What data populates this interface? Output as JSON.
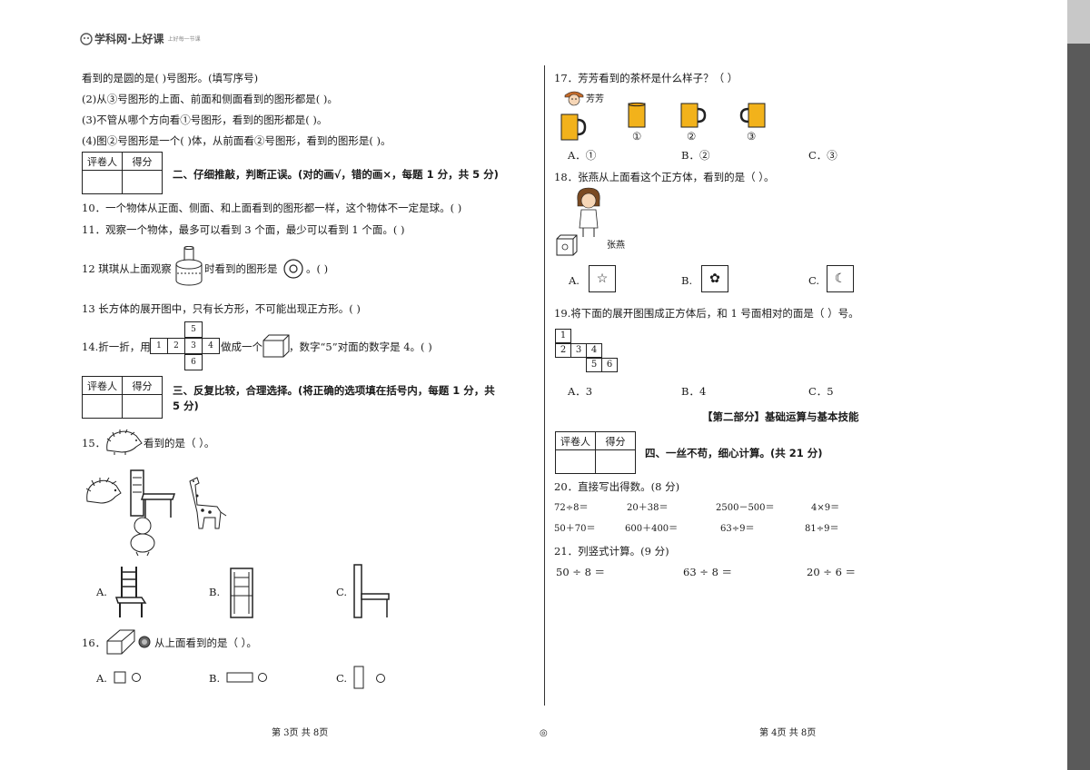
{
  "header": {
    "logo_text": "学科网·上好课",
    "logo_sub": "上好每一节课"
  },
  "left": {
    "l1": "看到的是圆的是(          )号图形。(填写序号)",
    "l2": "(2)从③号图形的上面、前面和侧面看到的图形都是(          )。",
    "l3": "(3)不管从哪个方向看①号图形，看到的图形都是(          )。",
    "l4": "(4)图②号图形是一个(          )体，从前面看②号图形，看到的图形是(          )。",
    "grade_h1": "评卷人",
    "grade_h2": "得分",
    "sec2": "二、仔细推敲，判断正误。(对的画√，错的画×，每题 1 分，共 5 分)",
    "q10": "10．一个物体从正面、侧面、和上面看到的图形都一样，这个物体不一定是球。(          )",
    "q11": "11．观察一个物体，最多可以看到 3 个面，最少可以看到 1 个面。(          )",
    "q12a": "12 琪琪从上面观察",
    "q12b": "时看到的图形是",
    "q12c": "。(          )",
    "q13": "13 长方体的展开图中，只有长方形，不可能出现正方形。(          )",
    "q14a": "14.折一折，用",
    "q14b": "做成一个",
    "q14c": "，数字“5”对面的数字是 4。(          )",
    "net": [
      "5",
      "1",
      "2",
      "3",
      "4",
      "6"
    ],
    "sec3a": "三、反复比较，合理选择。(将正确的选项填在括号内，每题 1 分，共",
    "sec3b": "5 分)",
    "q15a": "15．",
    "q15b": "看到的是（    ）。",
    "q15opts": [
      "A.",
      "B.",
      "C."
    ],
    "q16a": "16．",
    "q16b": "从上面看到的是（    ）。",
    "q16opts": [
      "A.",
      "B.",
      "C."
    ]
  },
  "right": {
    "q17": "17．芳芳看到的茶杯是什么样子？（    ）",
    "fangfang": "芳芳",
    "cup_labels": [
      "①",
      "②",
      "③"
    ],
    "q17opts": [
      "A．①",
      "B．②",
      "C．③"
    ],
    "q18": "18．张燕从上面看这个正方体，看到的是（    ）。",
    "zhangyan": "张燕",
    "q18opts": [
      "A.",
      "B.",
      "C."
    ],
    "q19": "19.将下面的展开图围成正方体后，和 1 号面相对的面是（    ）号。",
    "net19": [
      "1",
      "2",
      "3",
      "4",
      "5",
      "6"
    ],
    "q19opts": [
      "A．3",
      "B．4",
      "C．5"
    ],
    "part2": "【第二部分】基础运算与基本技能",
    "grade_h1": "评卷人",
    "grade_h2": "得分",
    "sec4": "四、一丝不苟，细心计算。(共 21 分)",
    "q20": "20．直接写出得数。(8 分)",
    "calc": [
      "72÷8＝",
      "20＋38＝",
      "2500－500＝",
      "4×9＝",
      "50＋70＝",
      "600＋400＝",
      "63÷9＝",
      "81÷9＝"
    ],
    "q21": "21．列竖式计算。(9 分)",
    "vert": [
      "50 ÷ 8 ＝",
      "63 ÷ 8 ＝",
      "20 ÷ 6 ＝"
    ]
  },
  "footer": {
    "left": "第 3页  共 8页",
    "center": "◎",
    "right": "第 4页  共 8页"
  }
}
